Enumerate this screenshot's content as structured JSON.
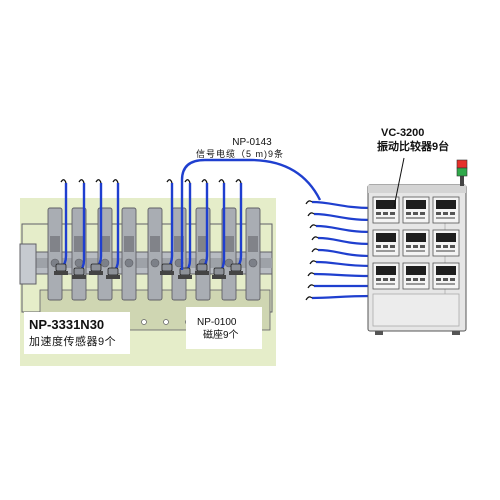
{
  "colors": {
    "machine_bg": "#e5edc9",
    "machine_part": "#b8bcc2",
    "machine_dark": "#606066",
    "cable": "#1f3fcf",
    "cabinet": "#e6e6e6",
    "panel_screen": "#1e1e1e",
    "lamp_red": "#e5302a",
    "lamp_green": "#2fa94a"
  },
  "labels": {
    "cable_model": "NP-0143",
    "cable_desc": "信号电缆（5 m)9条",
    "unit_model": "VC-3200",
    "unit_desc": "振动比较器9台",
    "sensor_model": "NP-3331N30",
    "sensor_desc": "加速度传感器9个",
    "base_model": "NP-0100",
    "base_desc": "磁座9个"
  },
  "cabinet": {
    "indicator_lamp_colors": [
      "red",
      "green"
    ],
    "comparator_count": 9
  }
}
